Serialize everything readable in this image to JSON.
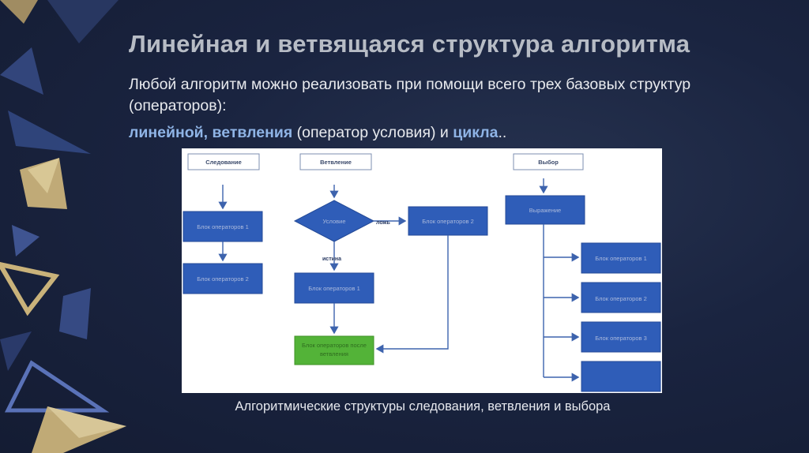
{
  "slide": {
    "title": "Линейная и ветвящаяся структура алгоритма",
    "intro_text": "Любой алгоритм можно реализовать при помощи всего трех базовых структур (операторов):",
    "kinds": {
      "linear": "линейной",
      "comma": ", ",
      "branching": "ветвления",
      "condition_note": " (оператор условия) и ",
      "loop": "цикла",
      "ending": ".."
    },
    "caption": "Алгоритмические структуры следования, ветвления и выбора"
  },
  "diagram": {
    "headers": {
      "sequence": "Следование",
      "branching": "Ветвление",
      "choice": "Выбор"
    },
    "sequence_blocks": [
      "Блок операторов 1",
      "Блок операторов 2"
    ],
    "condition": "Условие",
    "false_label": "ложь",
    "true_label": "истина",
    "branch_false_block": "Блок операторов 2",
    "branch_true_block": "Блок операторов 1",
    "branch_end_block_line1": "Блок операторов после",
    "branch_end_block_line2": "ветвления",
    "expression": "Выражение",
    "choice_blocks": [
      "Блок операторов 1",
      "Блок операторов 2",
      "Блок операторов 3",
      ""
    ]
  },
  "colors": {
    "block_blue": "#2f5db8",
    "block_green": "#53b338",
    "highlight": "#8fb4e6"
  }
}
